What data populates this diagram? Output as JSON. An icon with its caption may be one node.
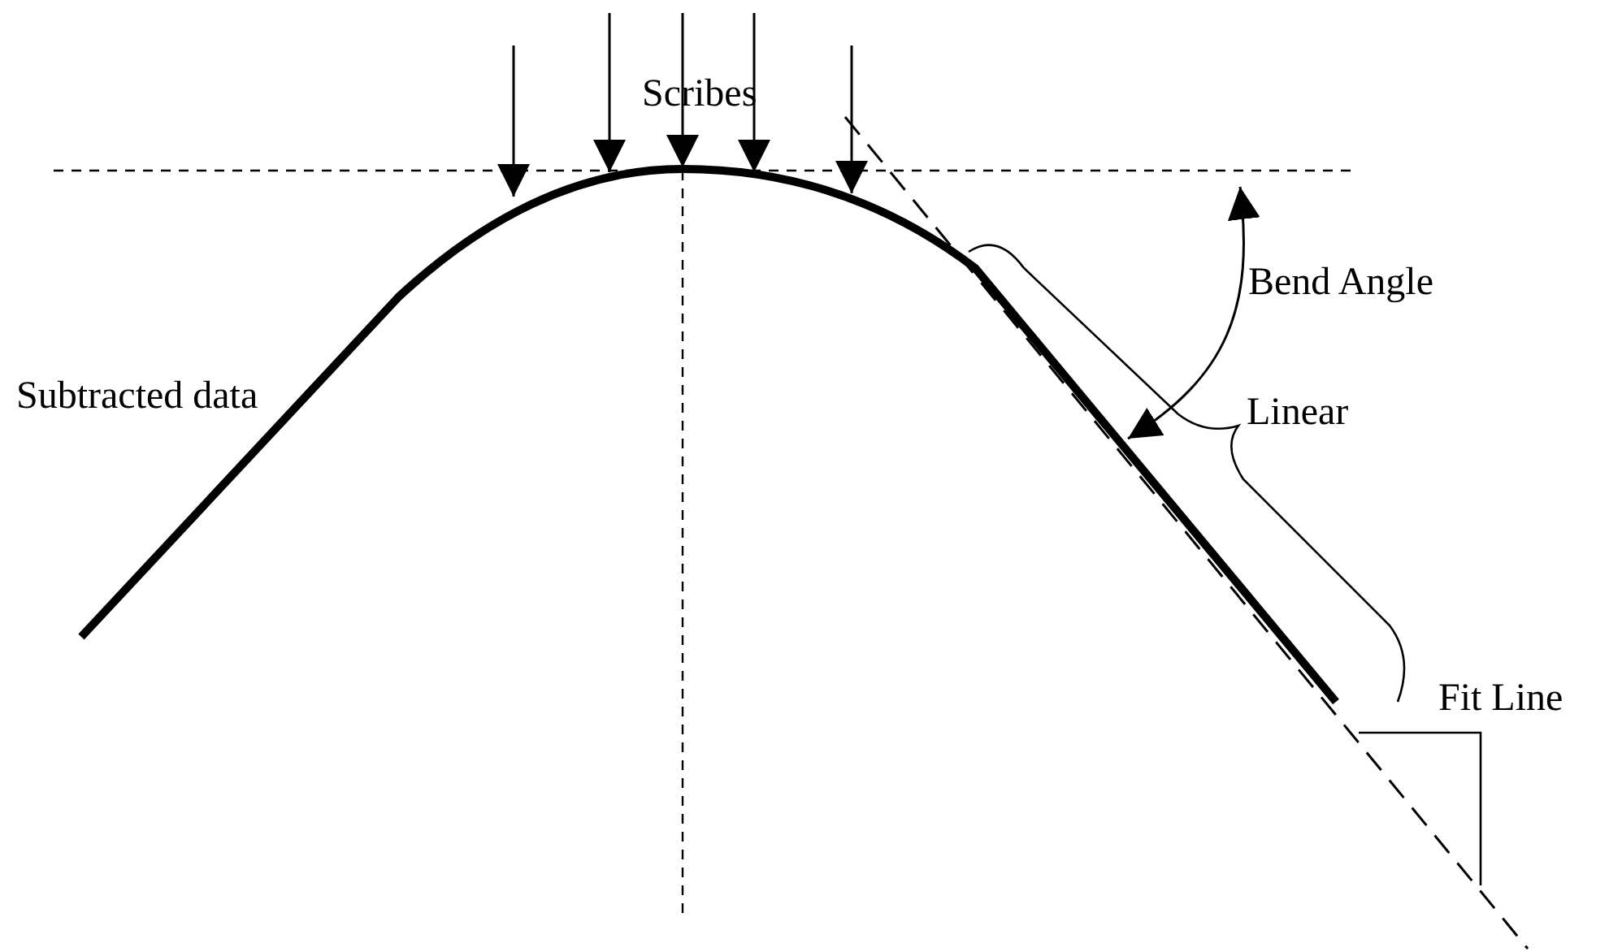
{
  "diagram": {
    "labels": [
      "Scribes",
      "Subtracted data",
      "Bend Angle",
      "Linear",
      "Fit Line"
    ]
  }
}
